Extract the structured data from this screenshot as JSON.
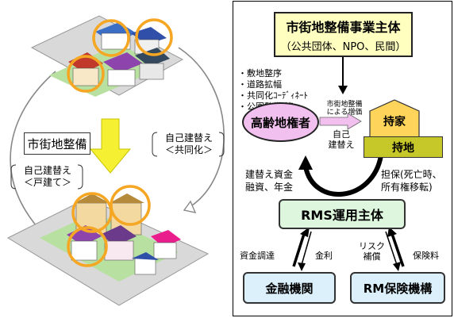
{
  "left": {
    "process_label": "市街地整備",
    "rebuild_joint_line1": "自己建替え",
    "rebuild_joint_line2": "＜共同化＞",
    "rebuild_detached_line1": "自己建替え",
    "rebuild_detached_line2": "＜戸建て＞"
  },
  "right": {
    "top_box_title": "市街地整備事業主体",
    "top_box_sub": "（公共団体、NPO、民間）",
    "bullets": [
      "・敷地整序",
      "・道路拡幅",
      "・共同化ｺｰﾃﾞｨﾈｰﾄ",
      "・公園整備 等"
    ],
    "elderly_owner": "高齢地権者",
    "value_increase_line1": "市街地整備",
    "value_increase_line2": "による増価",
    "self_rebuild_line1": "自己",
    "self_rebuild_line2": "建替え",
    "house": "持家",
    "land": "持地",
    "rebuild_funds_line1": "建替え資金",
    "rebuild_funds_line2": "融資、年金",
    "collateral_line1": "担保(死亡時、",
    "collateral_line2": "所有権移転)",
    "rms_operator": "RMS運用主体",
    "fund_raising": "資金調達",
    "interest": "金利",
    "risk_line1": "リスク",
    "risk_line2": "補償",
    "premium": "保険料",
    "financial_institution": "金融機関",
    "rm_insurer": "RM保険機構"
  },
  "colors": {
    "top_box_fill": "#ffffc0",
    "ellipse_fill": "#f2c0ef",
    "house_fill": "#ffd45a",
    "land_fill": "#c6c82a",
    "rms_fill": "#ddf6dd",
    "bottom_box_fill": "#dcf0fb",
    "highlight_circle": "#f5a623",
    "arrow_yellow": "#f5f032"
  }
}
